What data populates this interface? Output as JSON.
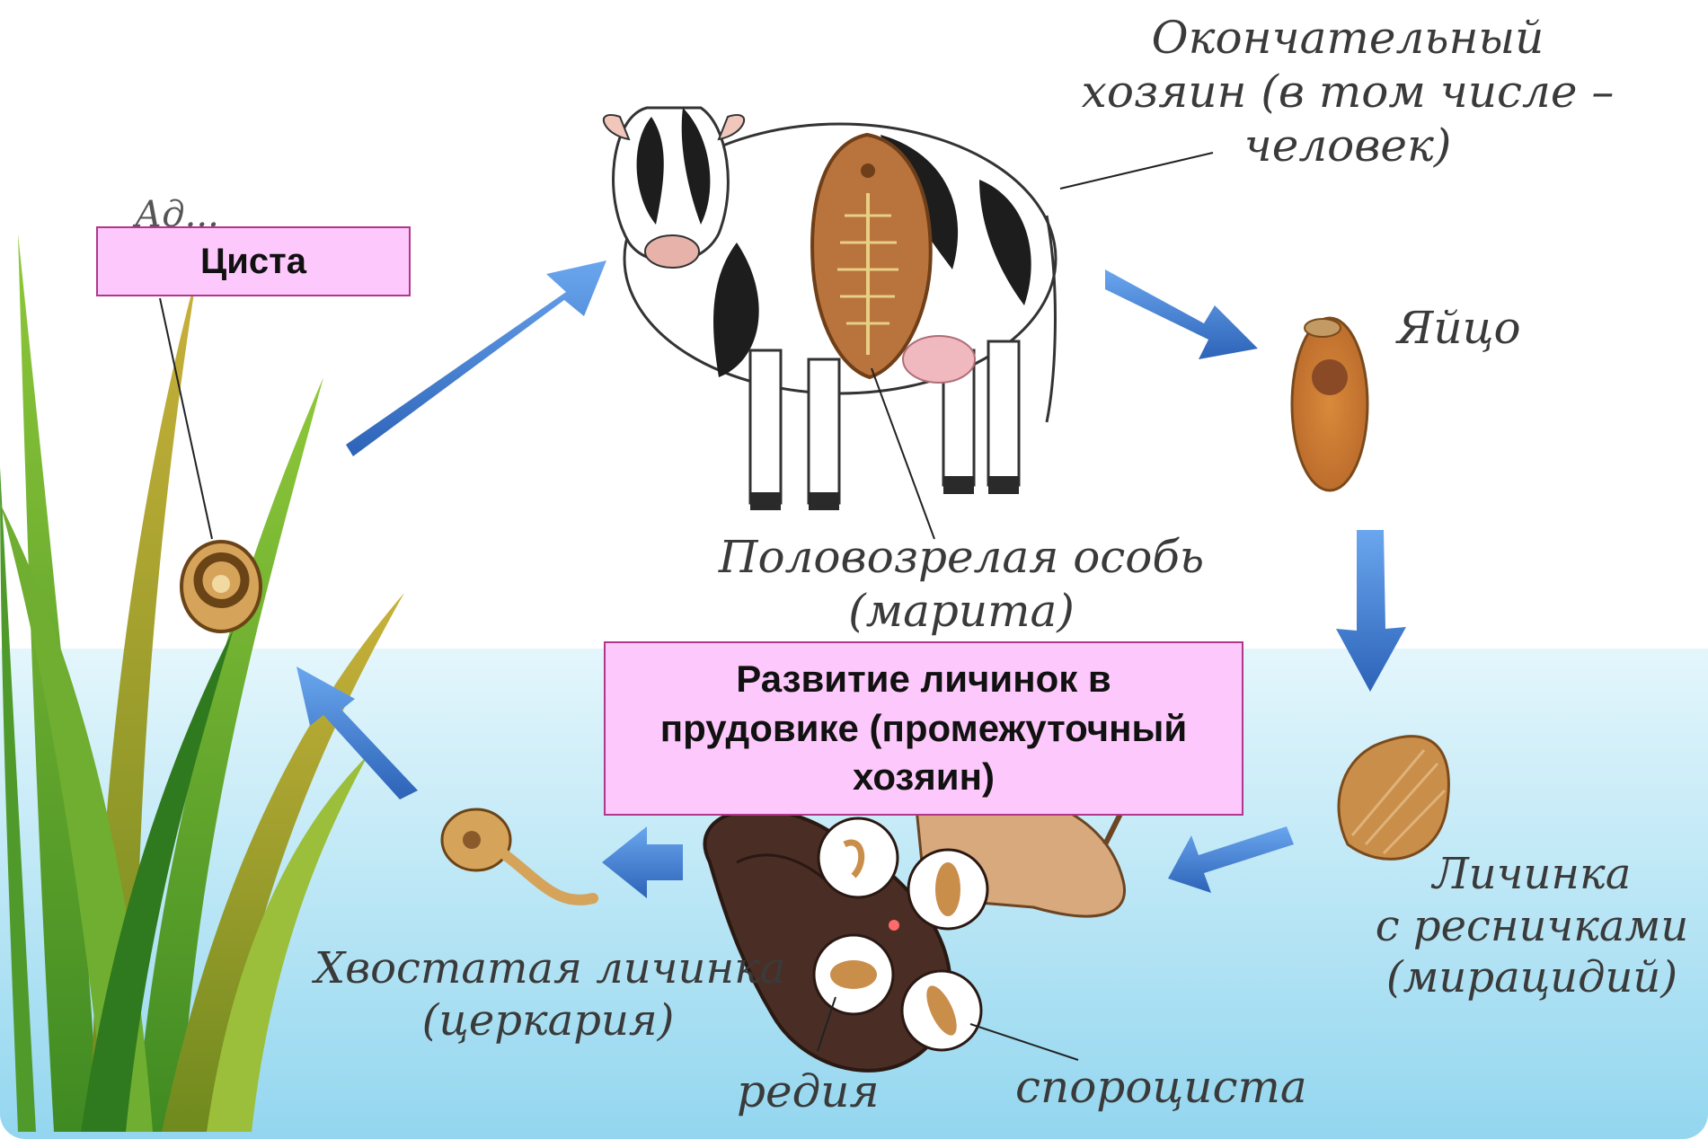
{
  "labels": {
    "definitive_host": "Окончательный хозяин (в том числе – человек)",
    "definitive_host_lines": [
      "Окончательный",
      "хозяин (в том числе –",
      "человек)"
    ],
    "egg": "Яйцо",
    "adult_lines": [
      "Половозрелая особь",
      "(марита)"
    ],
    "miracidium_lines": [
      "Личинка",
      "с ресничками",
      "(мирацидий)"
    ],
    "cercaria_lines": [
      "Хвостатая личинка",
      "(церкария)"
    ],
    "redia": "редия",
    "sporocyst": "спороциста",
    "partial_label": "Ад..."
  },
  "callouts": {
    "cyst": "Циста",
    "snail_development": "Развитие личинок в прудовике (промежуточный хозяин)",
    "snail_development_lines": [
      "Развитие личинок в",
      "прудовике (промежуточный",
      "хозяин)"
    ]
  },
  "colors": {
    "arrow": "#3f7fcf",
    "callout_fill": "#fdc8fb",
    "callout_border": "#b1378c",
    "water_top": "#e4f6fc",
    "water_bottom": "#93d6ef"
  }
}
